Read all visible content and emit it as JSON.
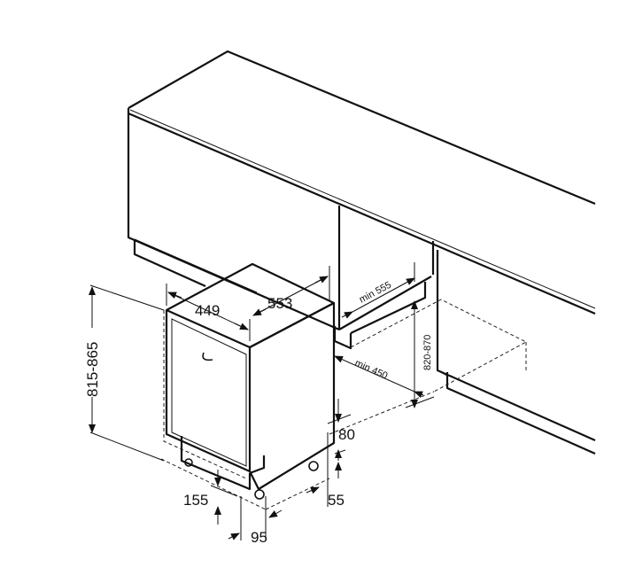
{
  "dimensions": {
    "width": "449",
    "depth": "553",
    "height_range": "815-865",
    "cabinet_depth_min": "min 555",
    "opening_width_min": "min 450",
    "opening_height": "820-870",
    "plinth_height": "80",
    "plinth_gap": "55",
    "front_offset": "155",
    "foot_offset": "95"
  }
}
